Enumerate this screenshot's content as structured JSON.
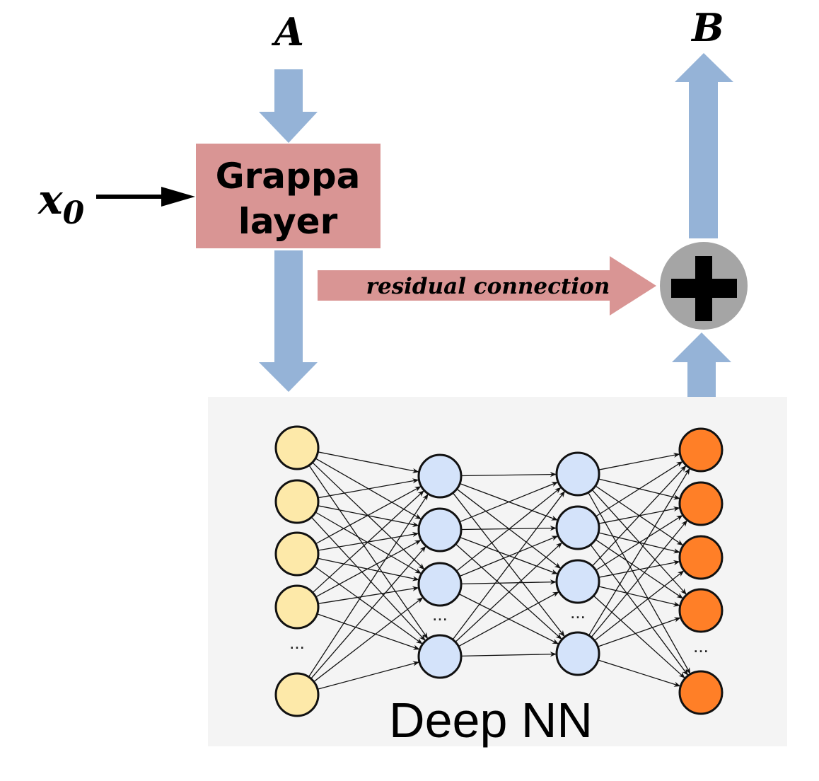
{
  "labels": {
    "input_A": "A",
    "output_B": "B",
    "x0_main": "x",
    "x0_sub": "0",
    "grappa_line1": "Grappa",
    "grappa_line2": "layer",
    "residual": "residual connection",
    "deep_nn": "Deep NN",
    "ellipsis": "..."
  },
  "colors": {
    "flow_arrow": "#95B3D7",
    "grappa_box": "#D99594",
    "residual_arrow": "#D99594",
    "plus_circle": "#A5A5A5",
    "panel_bg": "#F4F4F4",
    "input_nodes": "#FDE9A9",
    "hidden_nodes": "#D4E3FA",
    "output_nodes": "#FF7F27",
    "edges": "#111111"
  },
  "network": {
    "layers": [
      {
        "name": "input",
        "visible_nodes": 5,
        "ellipsis_before_last": true
      },
      {
        "name": "hidden-1",
        "visible_nodes": 4,
        "ellipsis_before_last": true
      },
      {
        "name": "hidden-2",
        "visible_nodes": 4,
        "ellipsis_before_last": true
      },
      {
        "name": "output",
        "visible_nodes": 5,
        "ellipsis_before_last": true
      }
    ],
    "fully_connected": true
  }
}
